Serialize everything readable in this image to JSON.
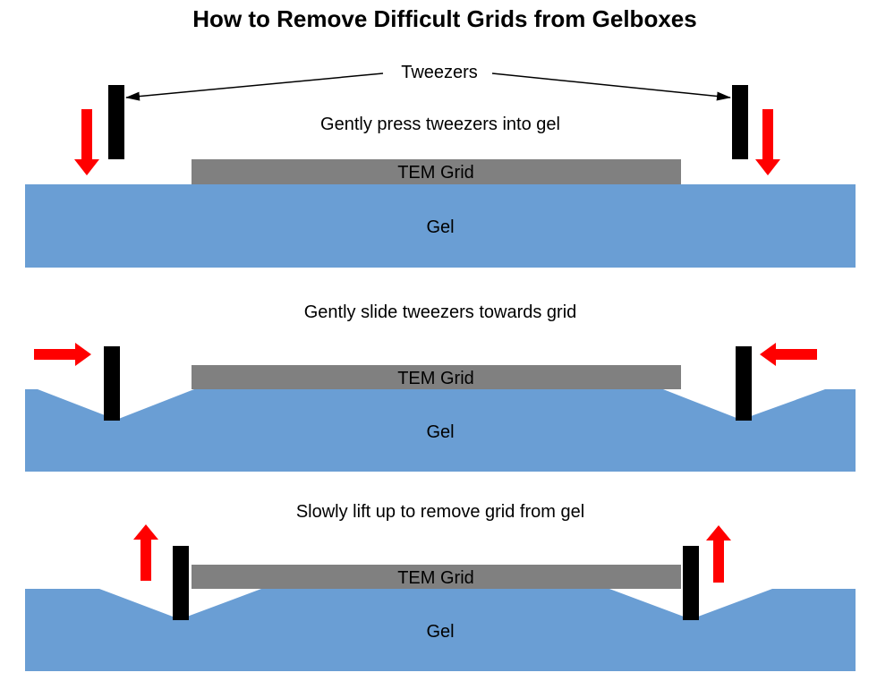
{
  "title": "How to Remove Difficult Grids from Gelboxes",
  "callout": {
    "label": "Tweezers"
  },
  "steps": [
    {
      "caption": "Gently press tweezers into gel",
      "grid_label": "TEM Grid",
      "gel_label": "Gel",
      "motion": "down"
    },
    {
      "caption": "Gently slide tweezers towards grid",
      "grid_label": "TEM Grid",
      "gel_label": "Gel",
      "motion": "inward"
    },
    {
      "caption": "Slowly lift up to remove grid from gel",
      "grid_label": "TEM Grid",
      "gel_label": "Gel",
      "motion": "up"
    }
  ],
  "colors": {
    "gel": "#6a9ed4",
    "grid": "#808080",
    "tweezer": "#000000",
    "arrow": "#ff0000",
    "text": "#000000"
  },
  "icons": {
    "tweezer": "black-bar",
    "motion_arrow": "red-block-arrow"
  }
}
